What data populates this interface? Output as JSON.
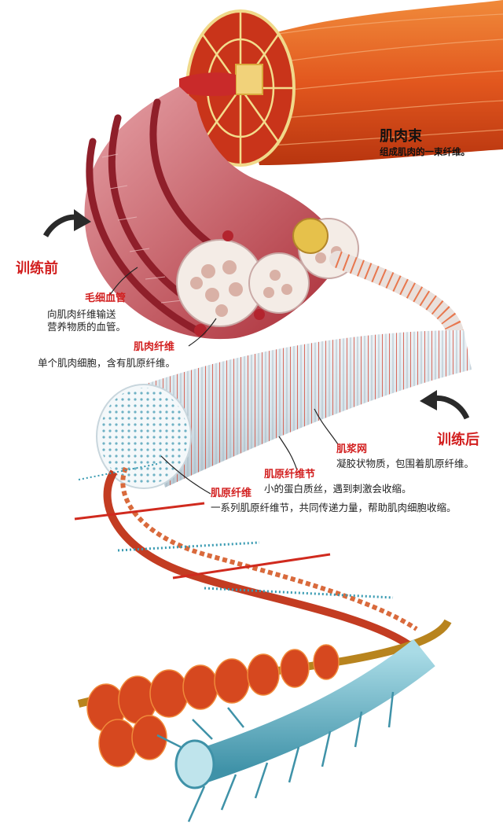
{
  "colors": {
    "accent_red": "#d21f1f",
    "muscle_orange": "#e2571e",
    "fiber_pink": "#c84a55",
    "myofibril_blue": "#5fb2c6"
  },
  "labels": {
    "bundle_title": "肌肉束",
    "bundle_desc": "组成肌肉的一束纤维。",
    "before_training": "训练前",
    "after_training": "训练后",
    "capillary_title": "毛细血管",
    "capillary_desc_1": "向肌肉纤维输送",
    "capillary_desc_2": "营养物质的血管。",
    "fiber_title": "肌肉纤维",
    "fiber_desc": "单个肌肉细胞，含有肌原纤维。",
    "sarcoplasm_title": "肌浆网",
    "sarcoplasm_desc": "凝胶状物质，包围着肌原纤维。",
    "sarcomere_title": "肌原纤维节",
    "sarcomere_desc": "小的蛋白质丝，遇到刺激会收缩。",
    "myofibril_title": "肌原纤维",
    "myofibril_desc": "一系列肌原纤维节，共同传递力量，帮助肌肉细胞收缩。"
  }
}
